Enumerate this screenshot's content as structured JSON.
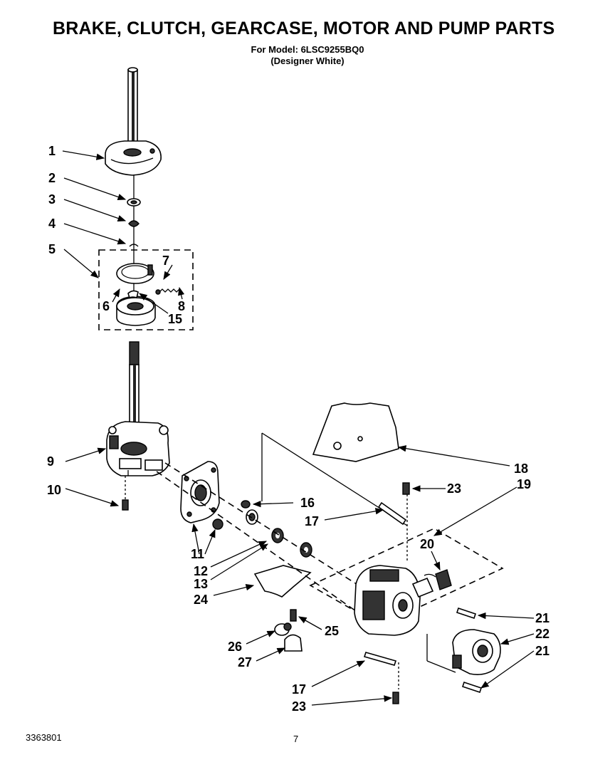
{
  "header": {
    "title": "BRAKE, CLUTCH, GEARCASE, MOTOR AND PUMP PARTS",
    "model_line": "For Model: 6LSC9255BQ0",
    "color_line": "(Designer White)"
  },
  "footer": {
    "doc_number": "3363801",
    "page_number": "7"
  },
  "callouts": {
    "c1": "1",
    "c2": "2",
    "c3": "3",
    "c4": "4",
    "c5": "5",
    "c6": "6",
    "c7": "7",
    "c8": "8",
    "c15": "15",
    "c9": "9",
    "c10": "10",
    "c11": "11",
    "c12": "12",
    "c13": "13",
    "c24": "24",
    "c16": "16",
    "c17a": "17",
    "c18": "18",
    "c19": "19",
    "c23a": "23",
    "c20": "20",
    "c21a": "21",
    "c22": "22",
    "c21b": "21",
    "c25": "25",
    "c26": "26",
    "c27": "27",
    "c17b": "17",
    "c23b": "23"
  }
}
